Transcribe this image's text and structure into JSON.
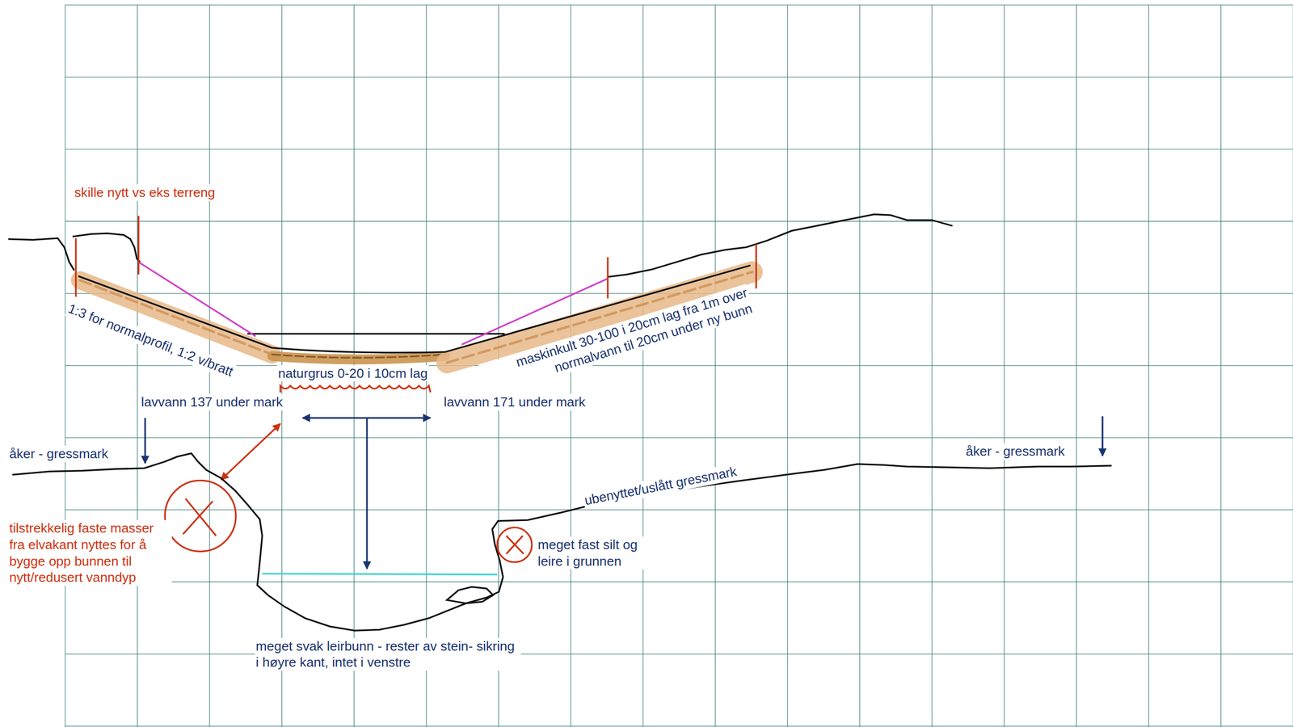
{
  "diagram": {
    "labels": [
      "skille nytt vs eks terreng",
      "1:3 for normalprofil, 1:2 v/bratt",
      "naturgrus 0-20 i 10cm lag",
      "maskinkult 30-100 i 20cm lag fra 1m over normalvann til 20cm under ny bunn",
      "lavvann 137 under mark",
      "lavvann 171 under mark",
      "åker - gressmark",
      "åker - gressmark",
      "tilstrekkelig faste masser fra elvakant nyttes for å bygge opp bunnen til nytt/redusert vanndyp",
      "ubenyttet/uslått gressmark",
      "meget fast silt og leire i grunnen",
      "meget svak leirbunn - rester av stein- sikring i høyre kant, intet i venstre"
    ]
  }
}
